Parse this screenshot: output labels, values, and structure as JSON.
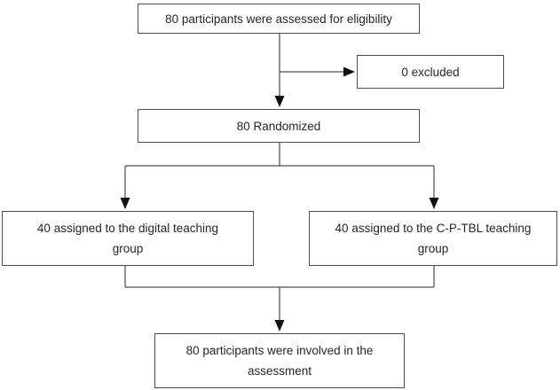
{
  "diagram": {
    "type": "flowchart",
    "description": "Participant flow diagram",
    "colors": {
      "background": "#ffffff",
      "box_border": "#4d4d4f",
      "line_stroke": "#4d4d4f",
      "arrowhead": "#111111",
      "text": "#262626"
    },
    "nodes": {
      "eligibility": {
        "label": "80 participants were assessed for eligibility",
        "lines": [
          "80 participants were assessed for eligibility"
        ]
      },
      "excluded": {
        "label": "0 excluded",
        "lines": [
          "0 excluded"
        ]
      },
      "randomized": {
        "label": "80 Randomized",
        "lines": [
          "80 Randomized"
        ]
      },
      "digital_group": {
        "label": "40 assigned to the digital teaching group",
        "lines": [
          "40 assigned to the digital teaching",
          "group"
        ]
      },
      "cptbl_group": {
        "label": "40 assigned to the C-P-TBL teaching group",
        "lines": [
          "40 assigned to the C-P-TBL teaching",
          "group"
        ]
      },
      "assessment": {
        "label": "80 participants were involved in the assessment",
        "lines": [
          "80 participants were involved in the",
          "assessment"
        ]
      }
    },
    "edges": [
      {
        "from": "eligibility",
        "to": "excluded",
        "arrow": true
      },
      {
        "from": "eligibility",
        "to": "randomized",
        "arrow": true
      },
      {
        "from": "randomized",
        "to": "digital_group",
        "arrow": true
      },
      {
        "from": "randomized",
        "to": "cptbl_group",
        "arrow": true
      },
      {
        "from": "digital_group",
        "to": "assessment",
        "arrow": true
      },
      {
        "from": "cptbl_group",
        "to": "assessment",
        "arrow": true
      }
    ]
  }
}
